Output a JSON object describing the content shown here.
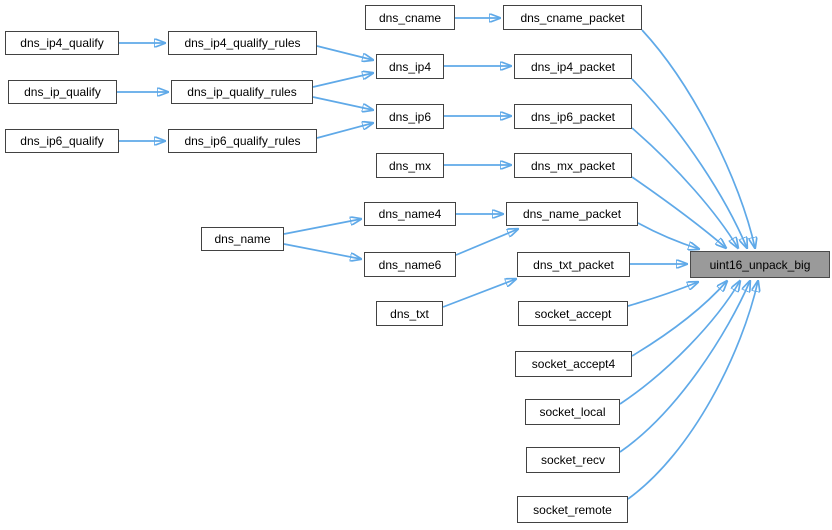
{
  "diagram": {
    "type": "call-graph",
    "focus_node": "uint16_unpack_big",
    "colors": {
      "edge": "#5fa9e8",
      "node_fill": "#ffffff",
      "node_border": "#424242",
      "focus_fill": "#9a9a9a",
      "focus_border": "#4a4a4a",
      "text": "#000000",
      "background": "#ffffff"
    },
    "nodes": [
      {
        "id": "dns_cname",
        "label": "dns_cname"
      },
      {
        "id": "dns_cname_packet",
        "label": "dns_cname_packet"
      },
      {
        "id": "dns_ip4_qualify",
        "label": "dns_ip4_qualify"
      },
      {
        "id": "dns_ip4_qualify_rules",
        "label": "dns_ip4_qualify_rules"
      },
      {
        "id": "dns_ip4",
        "label": "dns_ip4"
      },
      {
        "id": "dns_ip4_packet",
        "label": "dns_ip4_packet"
      },
      {
        "id": "dns_ip_qualify",
        "label": "dns_ip_qualify"
      },
      {
        "id": "dns_ip_qualify_rules",
        "label": "dns_ip_qualify_rules"
      },
      {
        "id": "dns_ip6",
        "label": "dns_ip6"
      },
      {
        "id": "dns_ip6_packet",
        "label": "dns_ip6_packet"
      },
      {
        "id": "dns_ip6_qualify",
        "label": "dns_ip6_qualify"
      },
      {
        "id": "dns_ip6_qualify_rules",
        "label": "dns_ip6_qualify_rules"
      },
      {
        "id": "dns_mx",
        "label": "dns_mx"
      },
      {
        "id": "dns_mx_packet",
        "label": "dns_mx_packet"
      },
      {
        "id": "dns_name4",
        "label": "dns_name4"
      },
      {
        "id": "dns_name_packet",
        "label": "dns_name_packet"
      },
      {
        "id": "dns_name",
        "label": "dns_name"
      },
      {
        "id": "dns_name6",
        "label": "dns_name6"
      },
      {
        "id": "dns_txt_packet",
        "label": "dns_txt_packet"
      },
      {
        "id": "uint16_unpack_big",
        "label": "uint16_unpack_big"
      },
      {
        "id": "dns_txt",
        "label": "dns_txt"
      },
      {
        "id": "socket_accept",
        "label": "socket_accept"
      },
      {
        "id": "socket_accept4",
        "label": "socket_accept4"
      },
      {
        "id": "socket_local",
        "label": "socket_local"
      },
      {
        "id": "socket_recv",
        "label": "socket_recv"
      },
      {
        "id": "socket_remote",
        "label": "socket_remote"
      }
    ],
    "edges": [
      {
        "from": "dns_ip4_qualify",
        "to": "dns_ip4_qualify_rules"
      },
      {
        "from": "dns_ip_qualify",
        "to": "dns_ip_qualify_rules"
      },
      {
        "from": "dns_ip6_qualify",
        "to": "dns_ip6_qualify_rules"
      },
      {
        "from": "dns_ip4_qualify_rules",
        "to": "dns_ip4"
      },
      {
        "from": "dns_ip_qualify_rules",
        "to": "dns_ip4"
      },
      {
        "from": "dns_ip_qualify_rules",
        "to": "dns_ip6"
      },
      {
        "from": "dns_ip6_qualify_rules",
        "to": "dns_ip6"
      },
      {
        "from": "dns_cname",
        "to": "dns_cname_packet"
      },
      {
        "from": "dns_ip4",
        "to": "dns_ip4_packet"
      },
      {
        "from": "dns_ip6",
        "to": "dns_ip6_packet"
      },
      {
        "from": "dns_mx",
        "to": "dns_mx_packet"
      },
      {
        "from": "dns_name",
        "to": "dns_name4"
      },
      {
        "from": "dns_name",
        "to": "dns_name6"
      },
      {
        "from": "dns_name4",
        "to": "dns_name_packet"
      },
      {
        "from": "dns_name6",
        "to": "dns_name_packet"
      },
      {
        "from": "dns_txt",
        "to": "dns_txt_packet"
      },
      {
        "from": "dns_cname_packet",
        "to": "uint16_unpack_big"
      },
      {
        "from": "dns_ip4_packet",
        "to": "uint16_unpack_big"
      },
      {
        "from": "dns_ip6_packet",
        "to": "uint16_unpack_big"
      },
      {
        "from": "dns_mx_packet",
        "to": "uint16_unpack_big"
      },
      {
        "from": "dns_name_packet",
        "to": "uint16_unpack_big"
      },
      {
        "from": "dns_txt_packet",
        "to": "uint16_unpack_big"
      },
      {
        "from": "socket_accept",
        "to": "uint16_unpack_big"
      },
      {
        "from": "socket_accept4",
        "to": "uint16_unpack_big"
      },
      {
        "from": "socket_local",
        "to": "uint16_unpack_big"
      },
      {
        "from": "socket_recv",
        "to": "uint16_unpack_big"
      },
      {
        "from": "socket_remote",
        "to": "uint16_unpack_big"
      }
    ]
  }
}
